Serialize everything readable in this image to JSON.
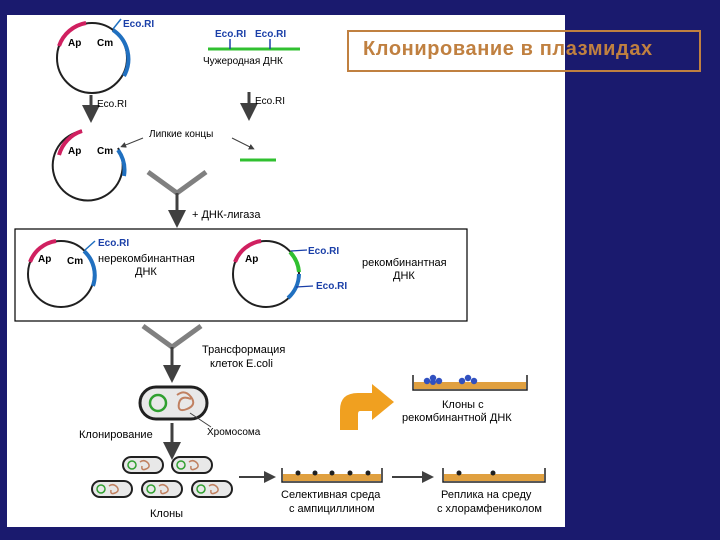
{
  "slide": {
    "title": "Клонирование в плазмидах",
    "colors": {
      "background": "#1a1a6e",
      "title": "#c08040",
      "ap_gene": "#d02060",
      "cm_gene": "#2070c0",
      "foreign_dna": "#30c030",
      "eco_label": "#1a3fa8",
      "agar": "#e0a040",
      "arrow_orange": "#f0a020"
    },
    "labels": {
      "eco_top": "Eco.RI",
      "eco_foreign_1": "Eco.RI",
      "eco_foreign_2": "Eco.RI",
      "foreign_dna": "Чужеродная ДНК",
      "eco_arrow_left": "Eco.RI",
      "eco_arrow_right": "Eco.RI",
      "sticky_ends": "Липкие концы",
      "ligase": "+ ДНК-лигаза",
      "eco_nonrec": "Eco.RI",
      "nonrecombinant": "нерекомбинантная",
      "dna_1": "ДНК",
      "eco_rec_1": "Eco.RI",
      "eco_rec_2": "Eco.RI",
      "recombinant": "рекомбинантная",
      "dna_2": "ДНК",
      "transformation_1": "Трансформация",
      "transformation_2": "клеток E.coli",
      "cloning": "Клонирование",
      "chromosome": "Хромосома",
      "clones": "Клоны",
      "selective_1": "Селективная среда",
      "selective_2": "с ампициллином",
      "replica_1": "Реплика на среду",
      "replica_2": "с хлорамфениколом",
      "rec_clones_1": "Клоны с",
      "rec_clones_2": "рекомбинантной ДНК"
    },
    "genes": {
      "ap": "Ap",
      "cm": "Cm"
    }
  }
}
